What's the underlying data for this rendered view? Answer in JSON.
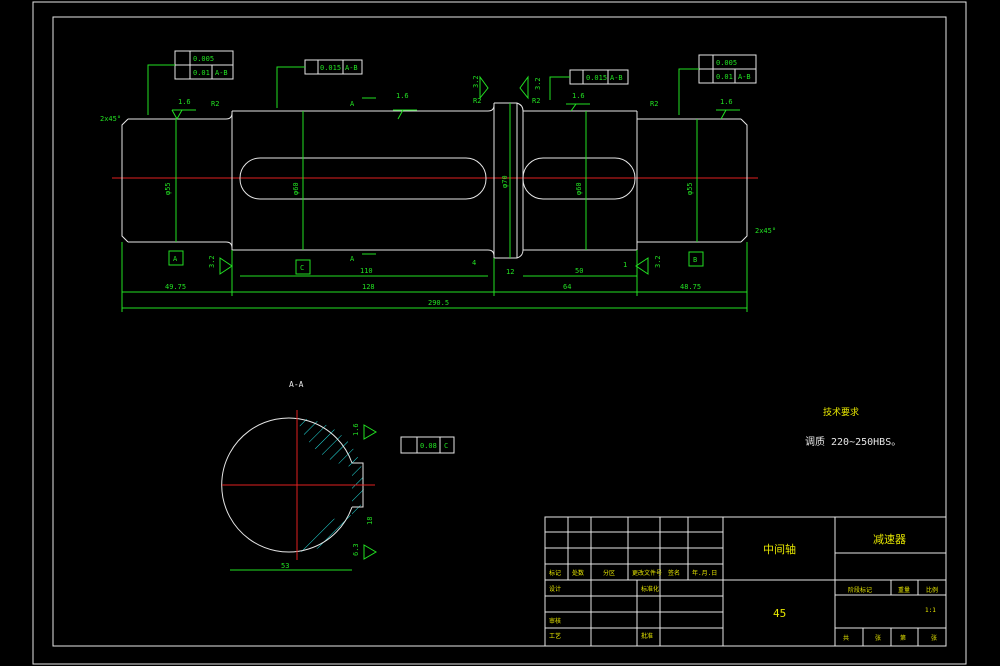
{
  "drawing": {
    "section_label": "A-A",
    "view_marker": "A",
    "tech_title": "技术要求",
    "tech_note": "调质 220~250HBS。",
    "part_name": "中间轴",
    "assembly_name": "减速器",
    "material": "45",
    "scale": "1:1"
  },
  "tolerances": {
    "left_frame": [
      "0.005",
      "0.01",
      "A-B"
    ],
    "mid_frame": [
      "0.015",
      "A-B"
    ],
    "right_mid_frame": [
      "0.015",
      "A-B"
    ],
    "right_frame": [
      "0.005",
      "0.01",
      "A-B"
    ],
    "section_frame": [
      "0.08",
      "C"
    ]
  },
  "datums": {
    "a": "A",
    "b": "B",
    "c": "C"
  },
  "roughness": [
    "1.6",
    "1.6",
    "1.6",
    "1.6",
    "3.2",
    "3.2",
    "3.2",
    "3.2",
    "1.6",
    "6.3"
  ],
  "chamfers": {
    "left": "2x45°",
    "right": "2x45°",
    "r1": "R2",
    "r2": "R2",
    "r3": "R2",
    "r4": "R2"
  },
  "dimensions": {
    "dia_left": "φ55",
    "dia_mid": "φ60",
    "dia_collar": "φ70",
    "dia_right_mid": "φ60",
    "dia_right": "φ55",
    "len_key1": "110",
    "len_key2": "50",
    "gap1": "4",
    "gap2": "12",
    "gap3": "1",
    "seg1": "49.75",
    "seg2": "128",
    "seg3": "64",
    "seg4": "48.75",
    "total": "290.5",
    "sec_depth": "53",
    "sec_width": "18"
  },
  "title_block": {
    "row_labels": [
      "标记",
      "处数",
      "分区",
      "更改文件号",
      "签名",
      "年.月.日"
    ],
    "designer": "设计",
    "standard": "标准化",
    "checker": "审核",
    "process": "工艺",
    "approve": "批准",
    "stage_label": "阶段标记",
    "weight_label": "重量",
    "scale_label": "比例",
    "sheet_labels": [
      "共",
      "张",
      "第",
      "张"
    ]
  }
}
